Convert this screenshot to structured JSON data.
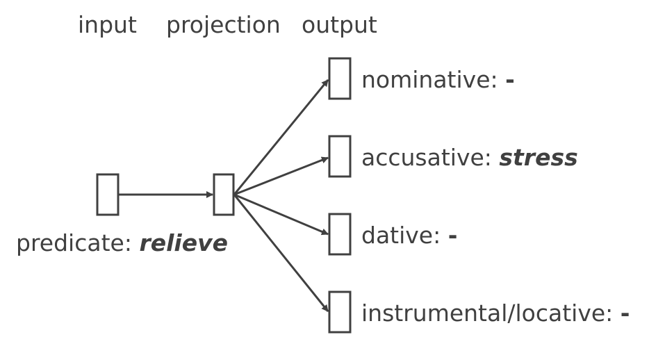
{
  "headers": {
    "input": "input",
    "projection": "projection",
    "output": "output"
  },
  "input_node": {
    "label_prefix": "predicate: ",
    "label_term": "relieve"
  },
  "outputs": [
    {
      "name": "nominative: ",
      "value": "-",
      "style": "dash"
    },
    {
      "name": "accusative: ",
      "value": "stress",
      "style": "term"
    },
    {
      "name": "dative: ",
      "value": "-",
      "style": "dash"
    },
    {
      "name": "instrumental/locative: ",
      "value": "-",
      "style": "dash"
    }
  ],
  "colors": {
    "stroke": "#404040",
    "text": "#404040",
    "background": "#ffffff"
  }
}
